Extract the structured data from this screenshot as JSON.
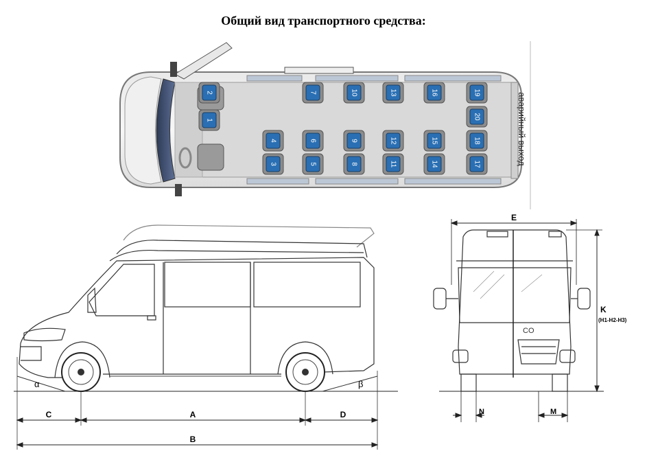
{
  "title": "Общий вид транспортного средства:",
  "plan": {
    "emergency_exit_label": "аварийный выход",
    "seats": [
      "1",
      "2",
      "3",
      "4",
      "5",
      "6",
      "7",
      "8",
      "9",
      "10",
      "11",
      "12",
      "13",
      "14",
      "15",
      "16",
      "17",
      "18",
      "19",
      "20"
    ]
  },
  "side_view": {
    "angle_front": "α",
    "angle_rear": "β",
    "dim_c": "C",
    "dim_a": "A",
    "dim_d": "D",
    "dim_b": "B"
  },
  "front_view": {
    "dim_e": "E",
    "dim_k": "K",
    "dim_k_sub": "(H1-H2-H3)",
    "dim_n": "N",
    "dim_m": "M"
  },
  "colors": {
    "seat_blue": "#2a6fb3",
    "line": "#222222",
    "panel_gray": "#d8d8d8"
  }
}
